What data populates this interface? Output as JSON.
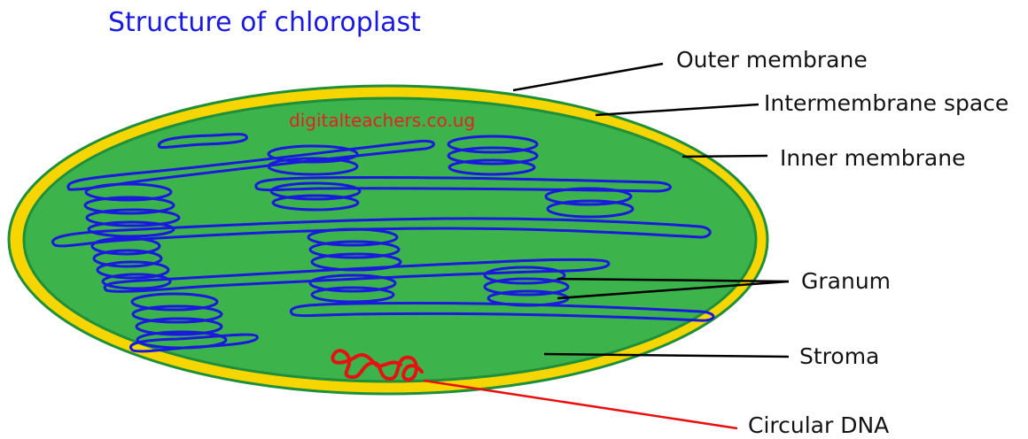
{
  "title": "Structure of chloroplast",
  "watermark": "digitalteachers.co.ug",
  "labels": {
    "outer_membrane": "Outer membrane",
    "intermembrane_space": "Intermembrane space",
    "inner_membrane": "Inner membrane",
    "granum": "Granum",
    "stroma": "Stroma",
    "circular_dna": "Circular DNA"
  },
  "colors": {
    "title": "#1a1adf",
    "outer_membrane": "#1f8f3a",
    "intermembrane_space": "#f7d600",
    "stroma": "#3cb44b",
    "thylakoid": "#1a1adf",
    "dna": "#e81010",
    "watermark": "#e82020",
    "leader_lines": "#000000"
  }
}
